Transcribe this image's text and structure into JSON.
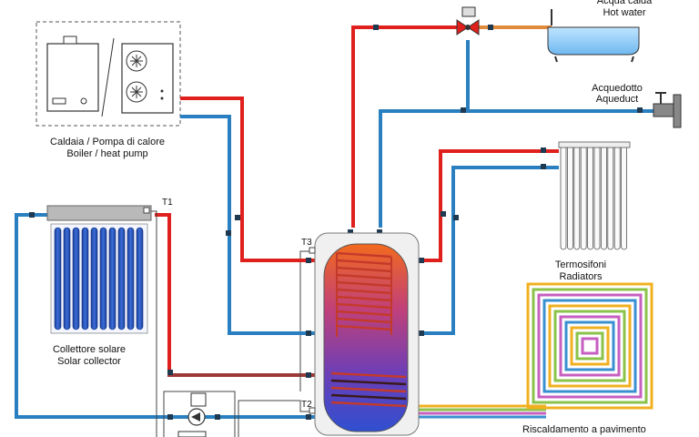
{
  "colors": {
    "hot": "#e0201c",
    "cold": "#2a7fc0",
    "warm_mix": "#e08a3c",
    "floor_loop": [
      "#f0b020",
      "#8bc34a",
      "#c65fc0",
      "#3a8fd0"
    ],
    "pipe_dark": "#5a1a14"
  },
  "labels": {
    "boiler_it": "Caldaia / Pompa di calore",
    "boiler_en": "Boiler / heat pump",
    "hot_water_it": "Acqua calda",
    "hot_water_en": "Hot water",
    "aqueduct_it": "Acquedotto",
    "aqueduct_en": "Aqueduct",
    "radiators_it": "Termosifoni",
    "radiators_en": "Radiators",
    "solar_it": "Collettore solare",
    "solar_en": "Solar collector",
    "floor_heating_it": "Riscaldamento a pavimento",
    "t1": "T1",
    "t2": "T2",
    "t3": "T3"
  },
  "icons": {
    "boiler": "boiler-icon",
    "heat_pump": "heat-pump-icon",
    "mixing_valve": "mixing-valve-icon",
    "bathtub": "bathtub-icon",
    "faucet": "faucet-icon",
    "radiator": "radiator-icon",
    "solar_panel": "solar-panel-icon",
    "storage_tank": "storage-tank-icon",
    "pump": "pump-icon",
    "floor_coil": "floor-coil-icon"
  }
}
